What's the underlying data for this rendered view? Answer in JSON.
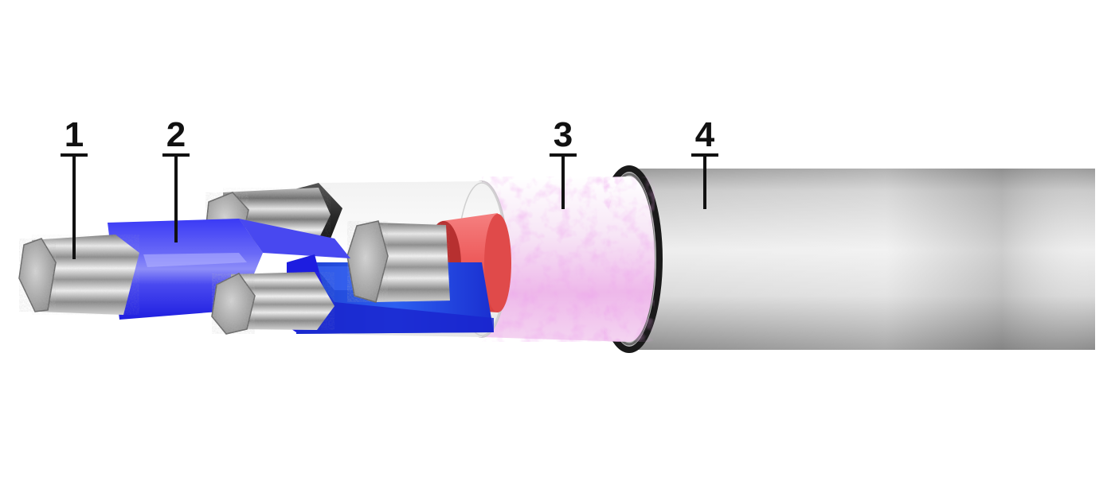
{
  "diagram": {
    "callouts": [
      {
        "number": "1",
        "part": "aluminum-conductor"
      },
      {
        "number": "2",
        "part": "conductor-insulation"
      },
      {
        "number": "3",
        "part": "inner-wrap"
      },
      {
        "number": "4",
        "part": "outer-sheath"
      }
    ],
    "colors": {
      "conductor": "#a8a8a8",
      "insulation_blue": "#2b2bf0",
      "insulation_red": "#ef5a5a",
      "inner_wrap": "#f4d8f2",
      "sheath": "#d6d6d6",
      "callout_line": "#111111"
    }
  }
}
